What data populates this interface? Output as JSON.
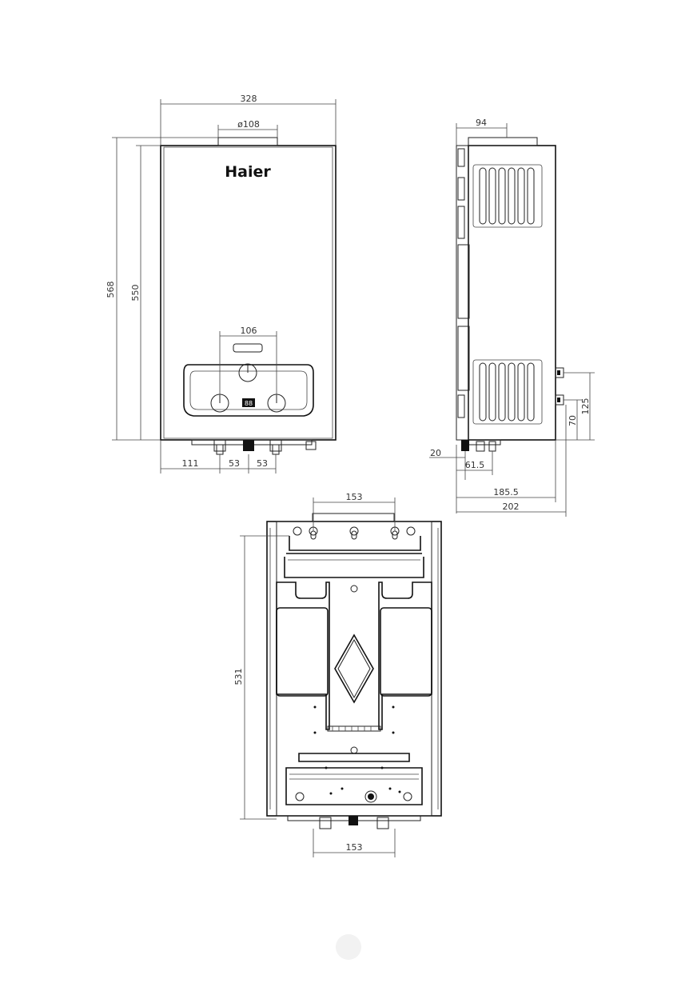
{
  "brand": "Haier",
  "front_view": {
    "dims": {
      "overall_width": "328",
      "flue_diameter": "ø108",
      "overall_height": "568",
      "body_height": "550",
      "panel_width": "106",
      "left_offset": "111",
      "pipe_spacing_left": "53",
      "pipe_spacing_right": "53"
    },
    "display_text": "88"
  },
  "side_view": {
    "dims": {
      "top_depth": "94",
      "inlet_height_upper": "125",
      "inlet_height_lower": "70",
      "bottom_offset": "20",
      "outlet_depth": "61.5",
      "body_depth": "185.5",
      "overall_depth": "202"
    }
  },
  "back_view": {
    "dims": {
      "top_spacing": "153",
      "mount_height": "531",
      "bottom_spacing": "153"
    }
  }
}
